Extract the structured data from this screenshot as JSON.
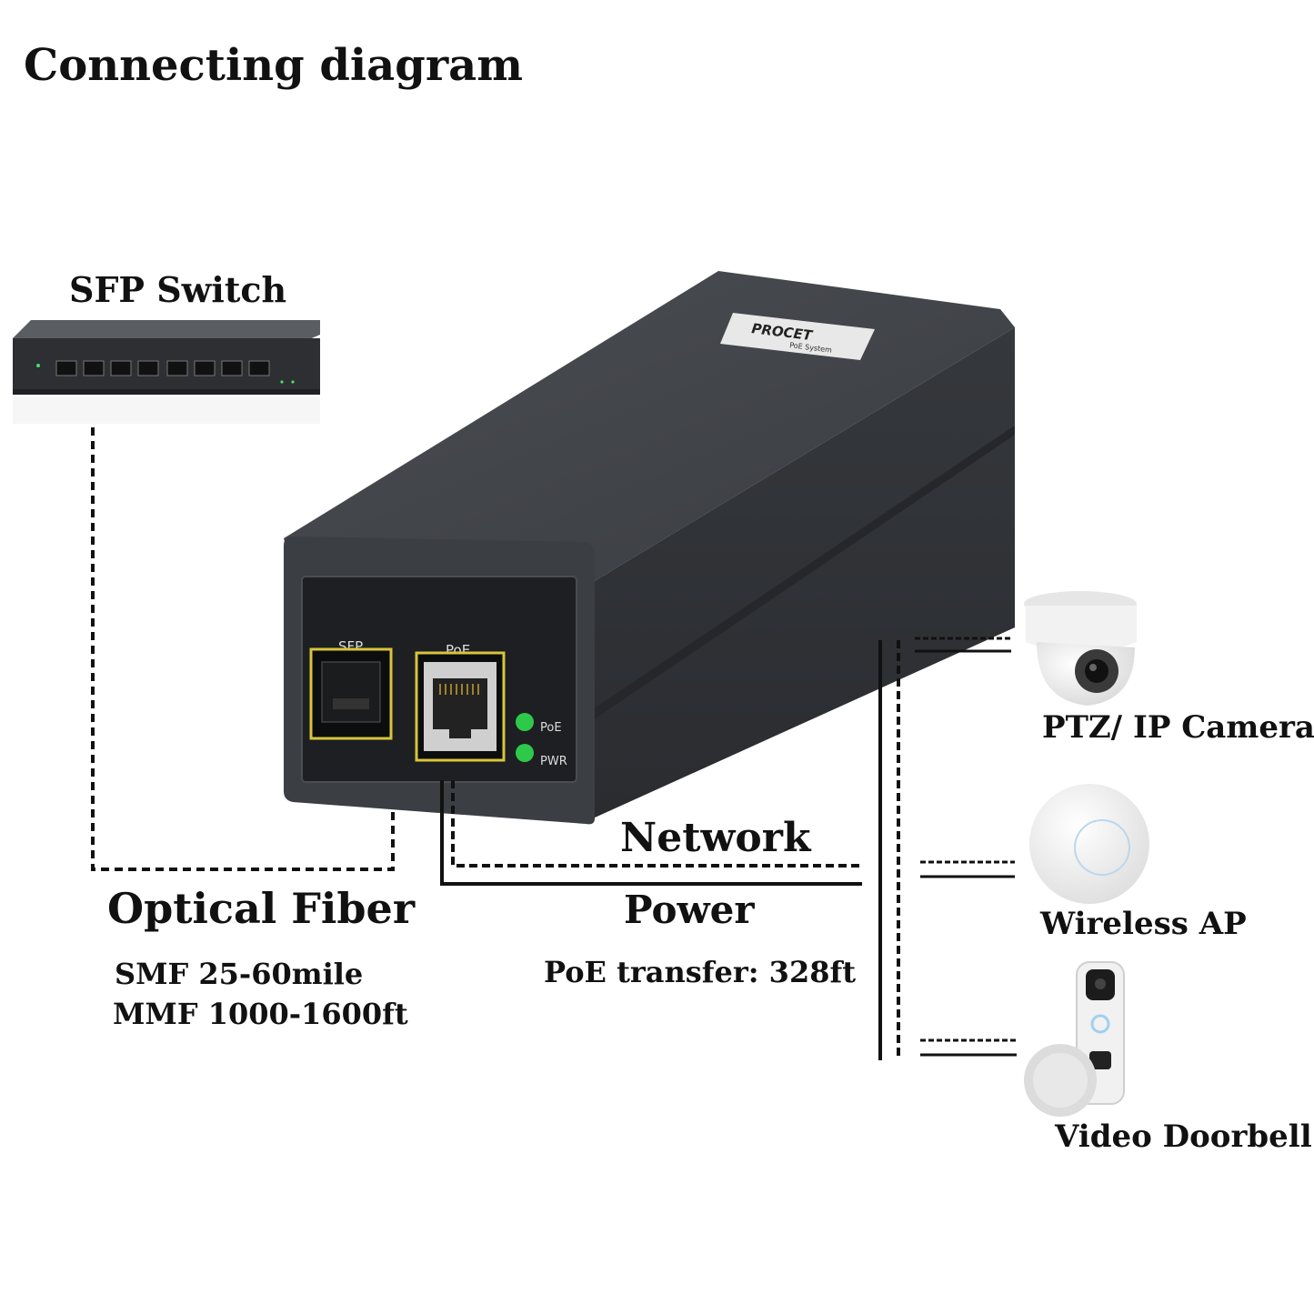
{
  "title": "Connecting diagram",
  "switch": {
    "label": "SFP Switch"
  },
  "injector": {
    "brand": "PROCET",
    "brand_sub": "PoE System",
    "port_sfp": "SFP",
    "port_poe": "PoE",
    "led_poe": "PoE",
    "led_pwr": "PWR",
    "body_color": "#3c3f44",
    "led_color": "#2ec94a"
  },
  "fiber": {
    "label": "Optical Fiber",
    "smf": "SMF 25-60mile",
    "mmf": "MMF 1000-1600ft"
  },
  "cable": {
    "network_label": "Network",
    "power_label": "Power",
    "transfer": "PoE transfer: 328ft"
  },
  "devices": [
    {
      "label": "PTZ/ IP Camera",
      "icon": "camera-icon"
    },
    {
      "label": "Wireless AP",
      "icon": "access-point-icon"
    },
    {
      "label": "Video Doorbell",
      "icon": "doorbell-icon"
    }
  ]
}
